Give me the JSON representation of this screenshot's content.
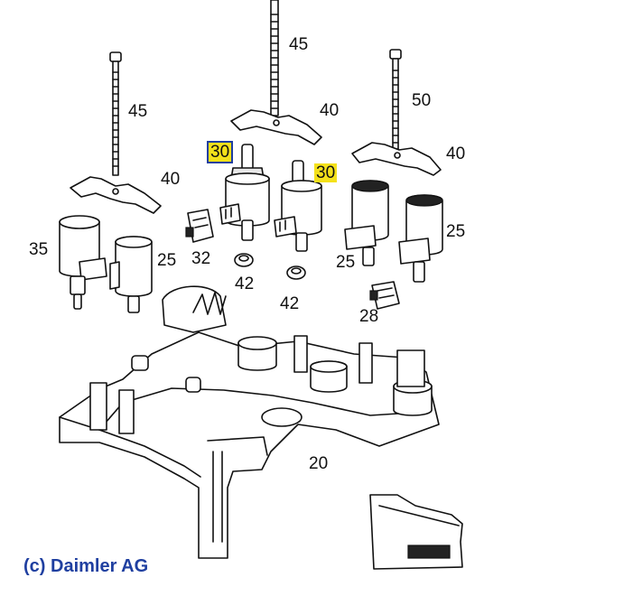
{
  "copyright": {
    "text": "(c) Daimler AG",
    "color": "#1f3fa0"
  },
  "highlight": {
    "fill": "#f4e11a",
    "border": "#1f3fa0"
  },
  "labels": [
    {
      "id": "bolt-left",
      "text": "45"
    },
    {
      "id": "bolt-center",
      "text": "45"
    },
    {
      "id": "bolt-right",
      "text": "50"
    },
    {
      "id": "plate-left",
      "text": "40"
    },
    {
      "id": "plate-center",
      "text": "40"
    },
    {
      "id": "plate-right",
      "text": "40"
    },
    {
      "id": "valve-boxed",
      "text": "30"
    },
    {
      "id": "valve-yellow",
      "text": "30"
    },
    {
      "id": "solenoid-left",
      "text": "35"
    },
    {
      "id": "solenoid-a",
      "text": "25"
    },
    {
      "id": "solenoid-b",
      "text": "25"
    },
    {
      "id": "solenoid-c",
      "text": "25"
    },
    {
      "id": "connector-left",
      "text": "32"
    },
    {
      "id": "clip-a",
      "text": "42"
    },
    {
      "id": "clip-b",
      "text": "42"
    },
    {
      "id": "connector-right",
      "text": "28"
    },
    {
      "id": "base-plate",
      "text": "20"
    }
  ]
}
